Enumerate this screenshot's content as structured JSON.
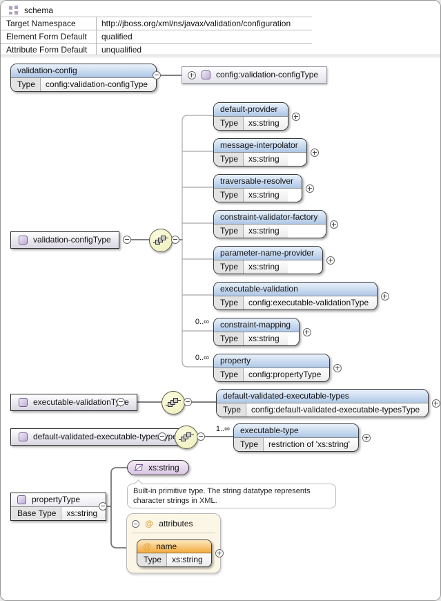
{
  "header": {
    "title": "schema",
    "rows": [
      {
        "label": "Target Namespace",
        "value": "http://jboss.org/xml/ns/javax/validation/configuration"
      },
      {
        "label": "Element Form Default",
        "value": "qualified"
      },
      {
        "label": "Attribute Form Default",
        "value": "unqualified"
      }
    ]
  },
  "labels": {
    "type": "Type",
    "base_type": "Base Type"
  },
  "root_element": {
    "name": "validation-config",
    "type": "config:validation-configType"
  },
  "root_ref": {
    "name": "config:validation-configType"
  },
  "config_type": {
    "name": "validation-configType",
    "children": [
      {
        "name": "default-provider",
        "type": "xs:string",
        "occurs": ""
      },
      {
        "name": "message-interpolator",
        "type": "xs:string",
        "occurs": ""
      },
      {
        "name": "traversable-resolver",
        "type": "xs:string",
        "occurs": ""
      },
      {
        "name": "constraint-validator-factory",
        "type": "xs:string",
        "occurs": ""
      },
      {
        "name": "parameter-name-provider",
        "type": "xs:string",
        "occurs": ""
      },
      {
        "name": "executable-validation",
        "type": "config:executable-validationType",
        "occurs": ""
      },
      {
        "name": "constraint-mapping",
        "type": "xs:string",
        "occurs": "0..∞"
      },
      {
        "name": "property",
        "type": "config:propertyType",
        "occurs": "0..∞"
      }
    ]
  },
  "executable_validation_type": {
    "name": "executable-validationType",
    "child": {
      "name": "default-validated-executable-types",
      "type": "config:default-validated-executable-typesType"
    }
  },
  "executable_types_type": {
    "name": "default-validated-executable-typesType",
    "occurs": "1..∞",
    "child": {
      "name": "executable-type",
      "type": "restriction of 'xs:string'"
    }
  },
  "property_type": {
    "name": "propertyType",
    "base": "xs:string",
    "simple_type": {
      "name": "xs:string",
      "note": "Built-in primitive type. The string datatype represents character strings in XML."
    },
    "attributes": {
      "label": "attributes",
      "at_symbol": "@",
      "items": [
        {
          "name": "name",
          "type": "xs:string"
        }
      ]
    }
  }
}
